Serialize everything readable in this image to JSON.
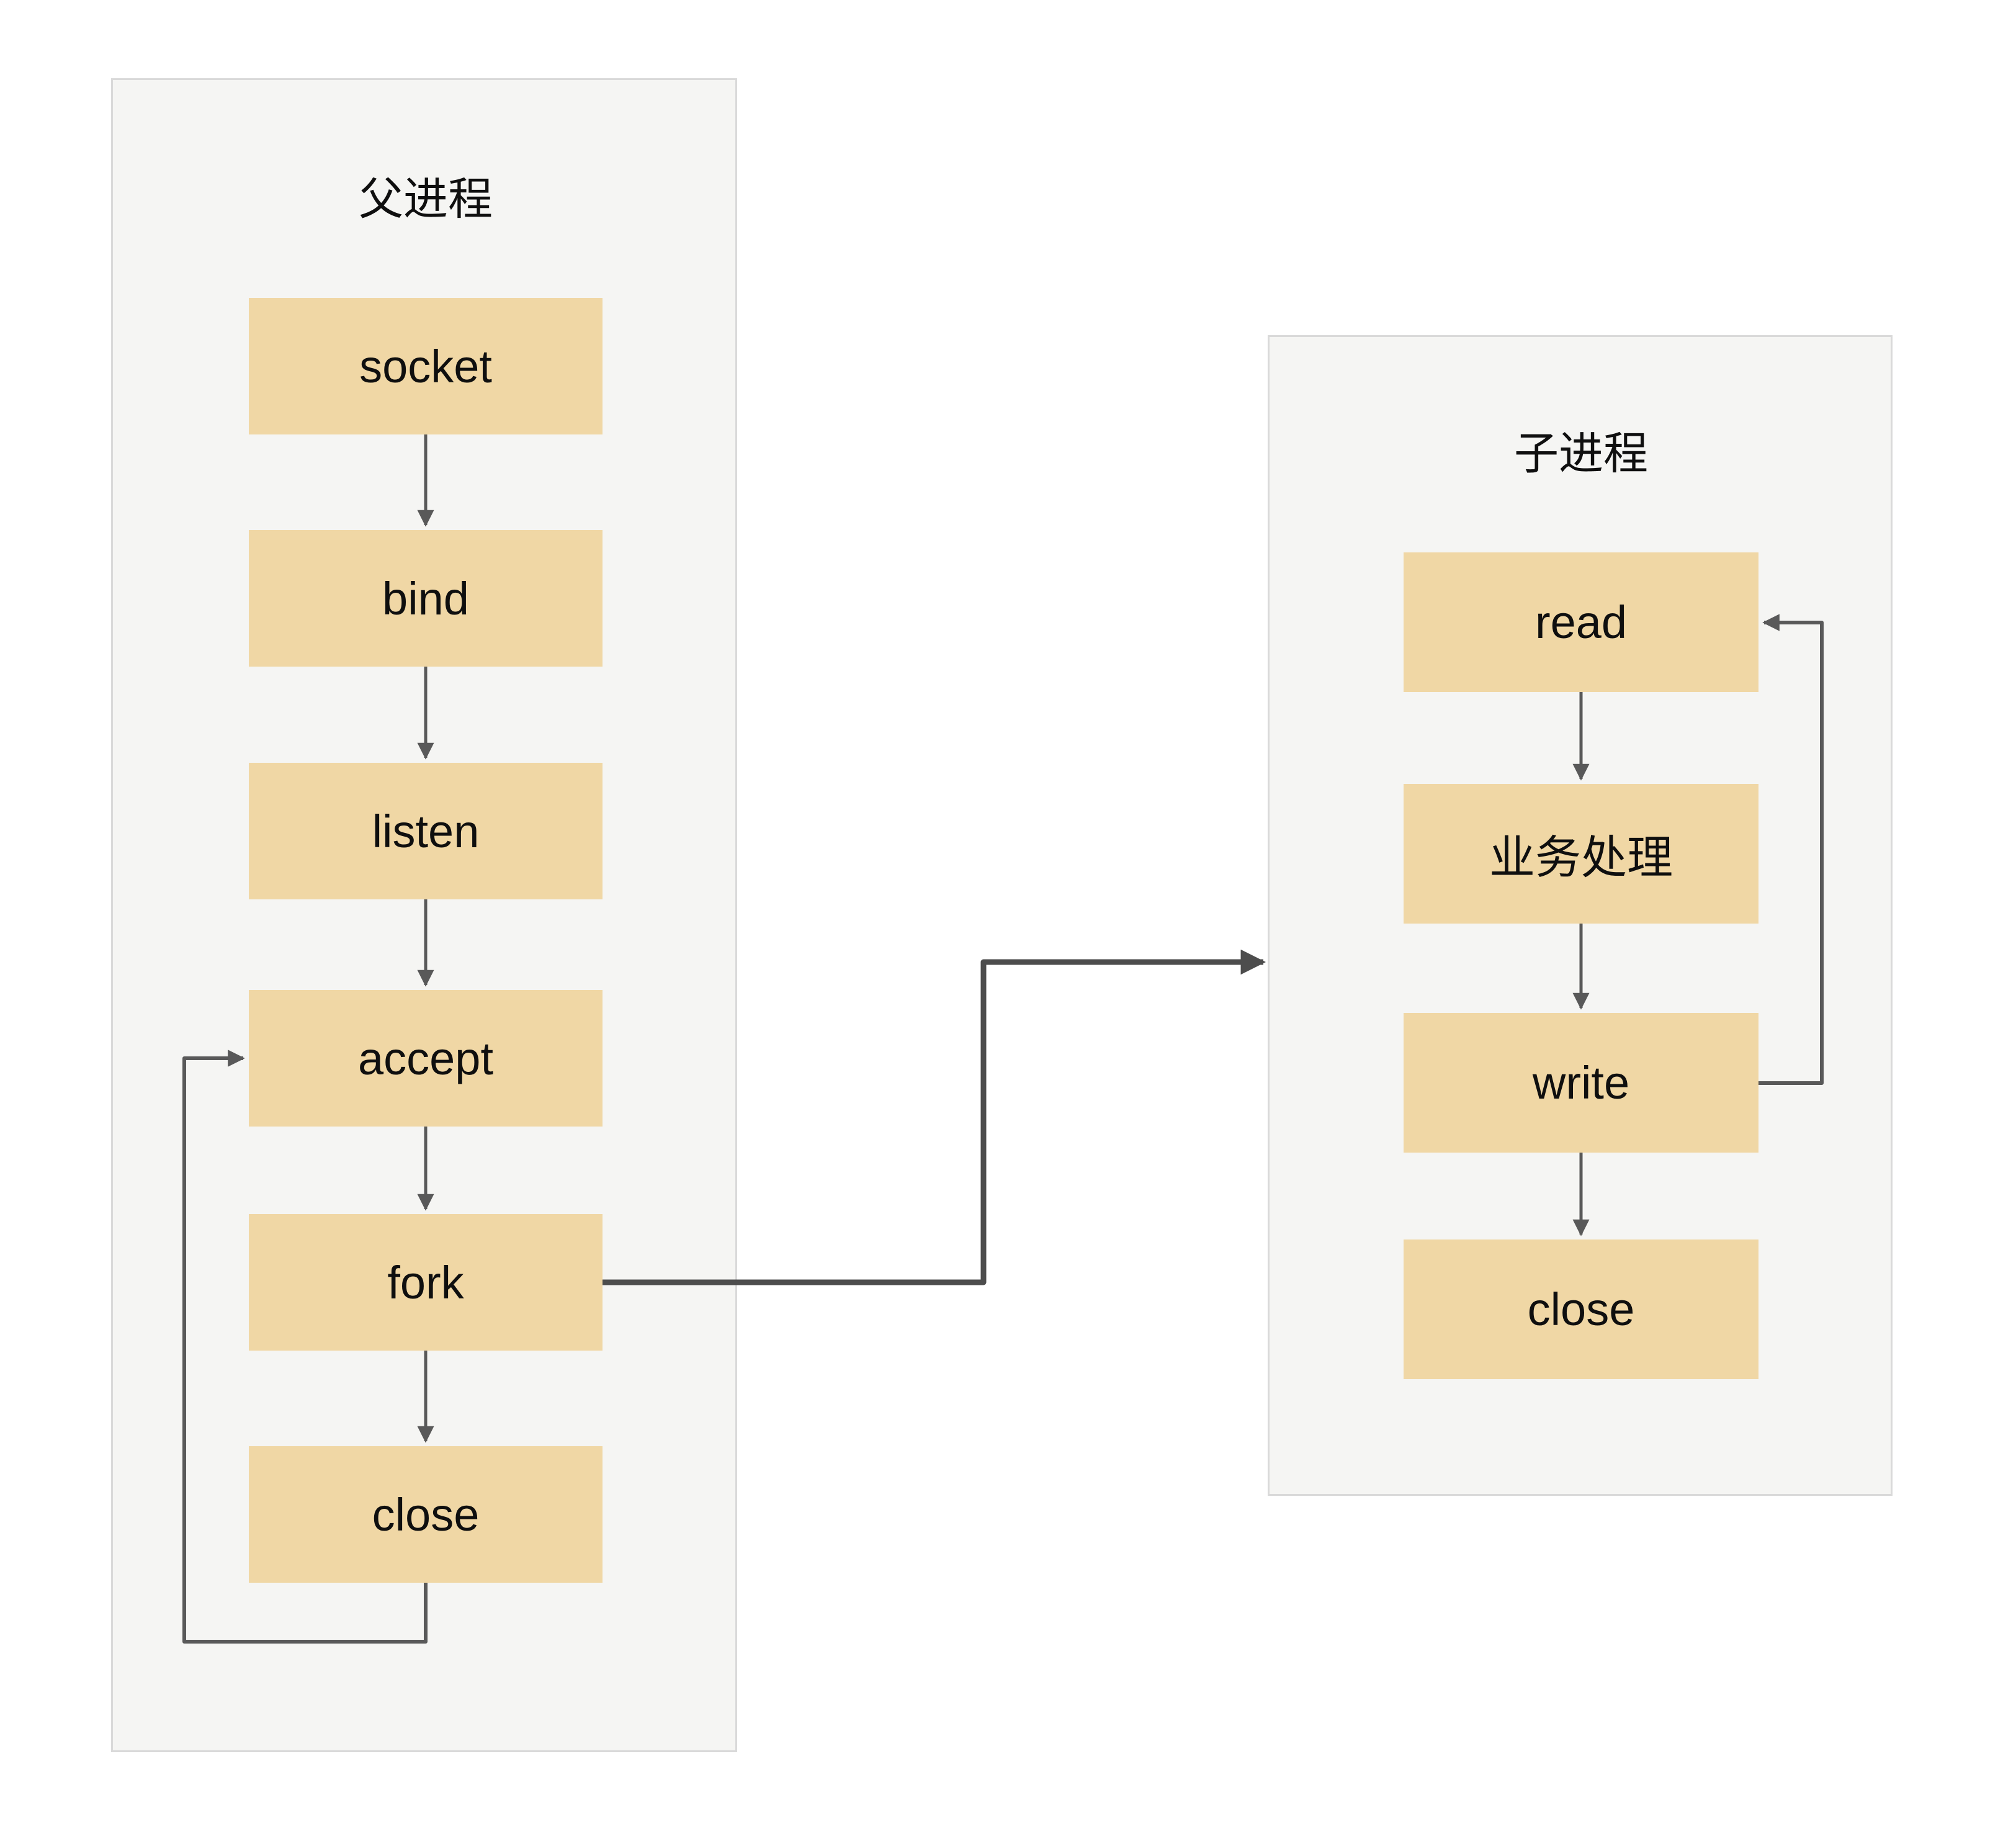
{
  "colors": {
    "page_bg": "#ffffff",
    "container_fill": "#f5f5f3",
    "container_border": "#d9d9d9",
    "node_fill": "#f0d7a5",
    "arrow": "#595959",
    "connector": "#4d4d4d",
    "text": "#0f0f0f"
  },
  "parent_process": {
    "title": "父进程",
    "boxes": [
      {
        "label": "socket"
      },
      {
        "label": "bind"
      },
      {
        "label": "listen"
      },
      {
        "label": "accept"
      },
      {
        "label": "fork"
      },
      {
        "label": "close"
      }
    ]
  },
  "child_process": {
    "title": "子进程",
    "boxes": [
      {
        "label": "read"
      },
      {
        "label": "业务处理"
      },
      {
        "label": "write"
      },
      {
        "label": "close"
      }
    ]
  },
  "edges": [
    {
      "from": "socket",
      "to": "bind",
      "type": "arrow"
    },
    {
      "from": "bind",
      "to": "listen",
      "type": "arrow"
    },
    {
      "from": "listen",
      "to": "accept",
      "type": "arrow"
    },
    {
      "from": "accept",
      "to": "fork",
      "type": "arrow"
    },
    {
      "from": "fork",
      "to": "close",
      "type": "arrow"
    },
    {
      "from": "close",
      "to": "accept",
      "type": "loop-arrow"
    },
    {
      "from": "fork",
      "to": "child_process",
      "type": "connector-arrow"
    },
    {
      "from": "read",
      "to": "业务处理",
      "type": "arrow"
    },
    {
      "from": "业务处理",
      "to": "write",
      "type": "arrow"
    },
    {
      "from": "write",
      "to": "close",
      "type": "arrow"
    },
    {
      "from": "write",
      "to": "read",
      "type": "loop-arrow"
    }
  ]
}
